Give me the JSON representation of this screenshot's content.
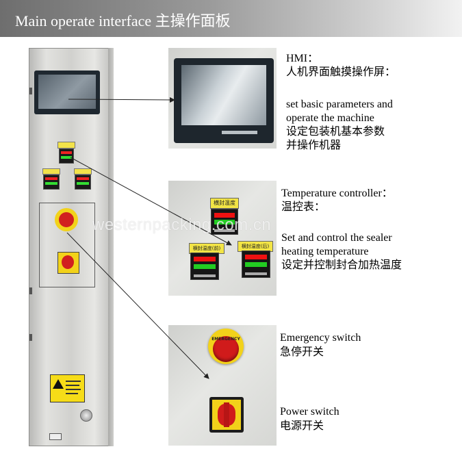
{
  "header": {
    "title": "Main operate interface 主操作面板"
  },
  "callouts": {
    "hmi": {
      "title": "HMI：",
      "title_cn": "人机界面触摸操作屏：",
      "desc_1": "set basic parameters and",
      "desc_2": "operate the machine",
      "desc_cn_1": "设定包装机基本参数",
      "desc_cn_2": "并操作机器"
    },
    "temperature": {
      "title": "Temperature controller：",
      "title_cn": "温控表：",
      "desc_1": "Set and control the sealer",
      "desc_2": "heating temperature",
      "desc_cn": "设定并控制封合加热温度"
    },
    "emergency": {
      "title": "Emergency switch",
      "title_cn": "急停开关"
    },
    "power": {
      "title": "Power switch",
      "title_cn": "电源开关"
    }
  },
  "photo_labels": {
    "estop_button_text": "EMERGENCY",
    "temp_label_top": "横封温度",
    "temp_label_left": "横封温度(前)",
    "temp_label_right": "横封温度(后)"
  },
  "watermark": "westernpacking.com.cn",
  "colors": {
    "header_gradient_start": "#6e6e6e",
    "header_gradient_end": "#f2f2f2",
    "emergency_red": "#d01b1b",
    "emergency_yellow": "#f2d21a",
    "controller_label_yellow": "#f3e545",
    "arrow": "#222222"
  }
}
